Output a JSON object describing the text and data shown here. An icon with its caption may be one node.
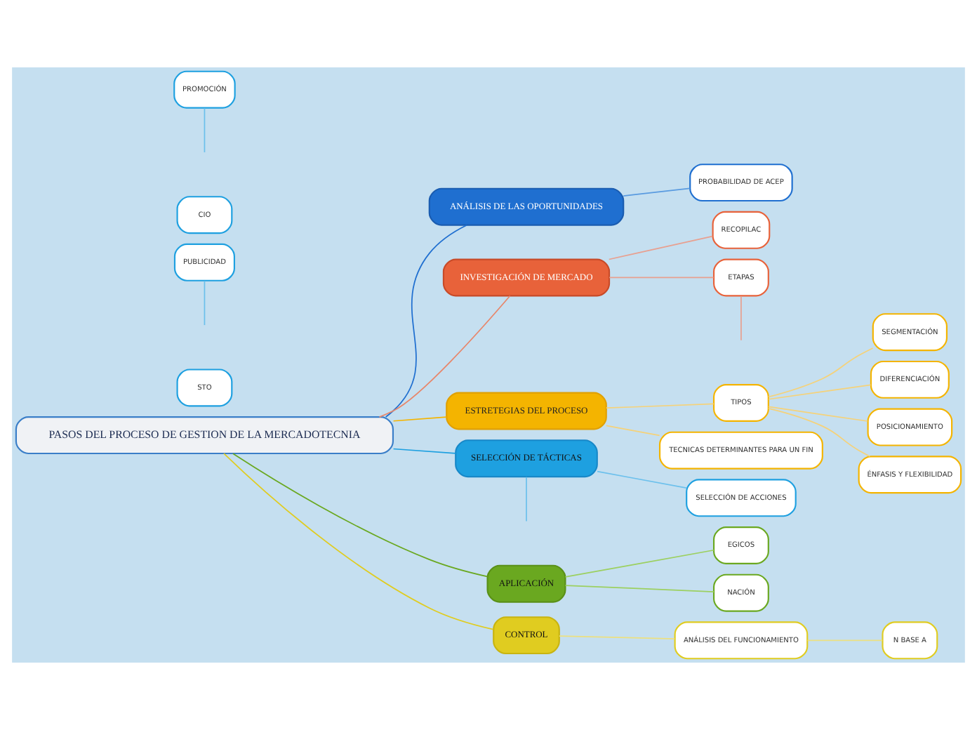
{
  "diagram": {
    "nodes": [
      {
        "text": [
          "PASOS DEL PROCESO DE GESTION DE LA MERCADOTECNIA"
        ]
      },
      {
        "text": [
          "ANÁLISIS DE LAS OPORTUNIDADES"
        ]
      },
      {
        "text": [
          "PROBABILIDAD DE ACEP"
        ]
      },
      {
        "text": [
          "INVESTIGACIÓN DE MERCADO"
        ]
      },
      {
        "text": [
          "RECOPILAC"
        ]
      },
      {
        "text": [
          "ETAPAS"
        ]
      },
      {
        "text": [
          "ESTRETEGIAS DEL PROCESO"
        ]
      },
      {
        "text": [
          "TIPOS"
        ]
      },
      {
        "text": [
          "SEGMENTACIÓN"
        ]
      },
      {
        "text": [
          "DIFERENCIACIÓN"
        ]
      },
      {
        "text": [
          "POSICIONAMIENTO"
        ]
      },
      {
        "text": [
          "ÉNFASIS Y FLEXIBILIDAD"
        ]
      },
      {
        "text": [
          "TECNICAS DETERMINANTES PARA UN FIN"
        ]
      },
      {
        "text": [
          "SELECCIÓN DE TÁCTICAS"
        ]
      },
      {
        "text": [
          "SELECCIÓN DE ACCIONES"
        ]
      },
      {
        "text": [
          "STO"
        ]
      },
      {
        "text": [
          "PUBLICIDAD"
        ]
      },
      {
        "text": [
          "CIO"
        ]
      },
      {
        "text": [
          "PROMOCIÓN"
        ]
      },
      {
        "text": [
          "APLICACIÓN"
        ]
      },
      {
        "text": [
          "EGICOS"
        ]
      },
      {
        "text": [
          "NACIÓN"
        ]
      },
      {
        "text": [
          "CONTROL"
        ]
      },
      {
        "text": [
          "ANÁLISIS DEL FUNCIONAMIENTO"
        ]
      },
      {
        "text": [
          "N BASE A"
        ]
      }
    ],
    "edges": [
      {
        "from": 0,
        "to": 1,
        "arrow": "none",
        "color": "#1f6fd0"
      },
      {
        "from": 1,
        "to": 2,
        "arrow": "none",
        "color": "#5a9be0"
      },
      {
        "from": 0,
        "to": 3,
        "arrow": "none",
        "color": "#e8866a"
      },
      {
        "from": 3,
        "to": 4,
        "arrow": "none",
        "color": "#e8a090"
      },
      {
        "from": 3,
        "to": 5,
        "arrow": "none",
        "color": "#e8a090"
      },
      {
        "from": 5,
        "to": null,
        "arrow": "none",
        "color": "#e8a090"
      },
      {
        "from": 0,
        "to": 6,
        "arrow": "none",
        "color": "#f4b400"
      },
      {
        "from": 6,
        "to": 7,
        "arrow": "none",
        "color": "#f5d27a"
      },
      {
        "from": 7,
        "to": 8,
        "arrow": "none",
        "color": "#f5d27a"
      },
      {
        "from": 7,
        "to": 9,
        "arrow": "none",
        "color": "#f5d27a"
      },
      {
        "from": 7,
        "to": 10,
        "arrow": "none",
        "color": "#f5d27a"
      },
      {
        "from": 7,
        "to": 11,
        "arrow": "none",
        "color": "#f5d27a"
      },
      {
        "from": 6,
        "to": 12,
        "arrow": "none",
        "color": "#f5d27a"
      },
      {
        "from": 0,
        "to": 13,
        "arrow": "none",
        "color": "#1ea0e0"
      },
      {
        "from": 13,
        "to": 14,
        "arrow": "none",
        "color": "#6cc0ec"
      },
      {
        "from": 13,
        "to": null,
        "arrow": "none",
        "color": "#6cc0ec"
      },
      {
        "from": 16,
        "to": null,
        "arrow": "none",
        "color": "#6cc0ec"
      },
      {
        "from": 18,
        "to": null,
        "arrow": "none",
        "color": "#6cc0ec"
      },
      {
        "from": 0,
        "to": 19,
        "arrow": "none",
        "color": "#6aa820"
      },
      {
        "from": 19,
        "to": 20,
        "arrow": "none",
        "color": "#9cd060"
      },
      {
        "from": 19,
        "to": 21,
        "arrow": "none",
        "color": "#9cd060"
      },
      {
        "from": 0,
        "to": 22,
        "arrow": "none",
        "color": "#e0cc20"
      },
      {
        "from": 22,
        "to": 23,
        "arrow": "none",
        "color": "#ece080"
      },
      {
        "from": 23,
        "to": 24,
        "arrow": "none",
        "color": "#ece080"
      }
    ]
  }
}
